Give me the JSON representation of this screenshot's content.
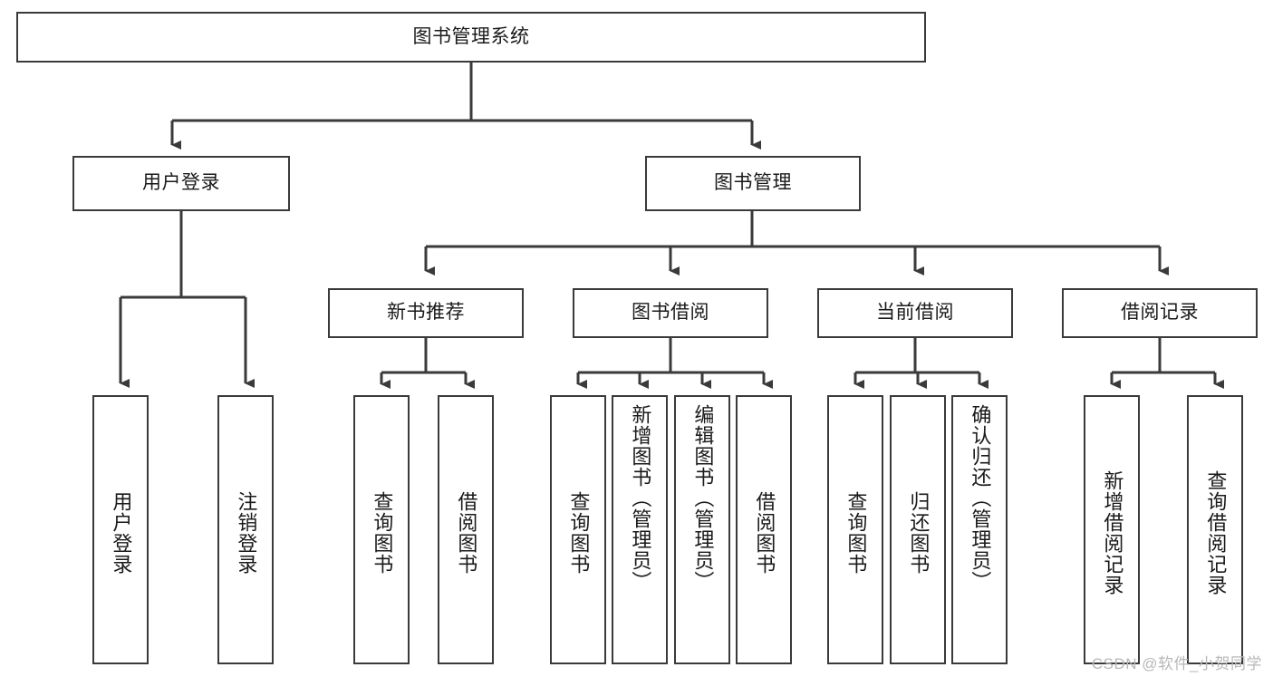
{
  "diagram": {
    "type": "tree-hierarchy-chart",
    "title": "图书管理系统",
    "root": {
      "label": "图书管理系统"
    },
    "level2": [
      {
        "label": "用户登录"
      },
      {
        "label": "图书管理"
      }
    ],
    "level3": [
      {
        "label": "新书推荐"
      },
      {
        "label": "图书借阅"
      },
      {
        "label": "当前借阅"
      },
      {
        "label": "借阅记录"
      }
    ],
    "leaves": {
      "user_login": [
        {
          "label": "用户登录"
        },
        {
          "label": "注销登录"
        }
      ],
      "new_book_recommend": [
        {
          "label": "查询图书"
        },
        {
          "label": "借阅图书"
        }
      ],
      "book_borrow": [
        {
          "label": "查询图书"
        },
        {
          "label": "新增图书（管理员）"
        },
        {
          "label": "编辑图书（管理员）"
        },
        {
          "label": "借阅图书"
        }
      ],
      "current_borrow": [
        {
          "label": "查询图书"
        },
        {
          "label": "归还图书"
        },
        {
          "label": "确认归还（管理员）"
        }
      ],
      "borrow_record": [
        {
          "label": "新增借阅记录"
        },
        {
          "label": "查询借阅记录"
        }
      ]
    }
  },
  "watermark": {
    "text": "CSDN @软件_小贺同学"
  },
  "colors": {
    "border": "#3a3a3a",
    "fill": "#ffffff",
    "text": "#1a1a1a",
    "connector": "#3a3a3a",
    "watermark": "#b8b8b8"
  }
}
